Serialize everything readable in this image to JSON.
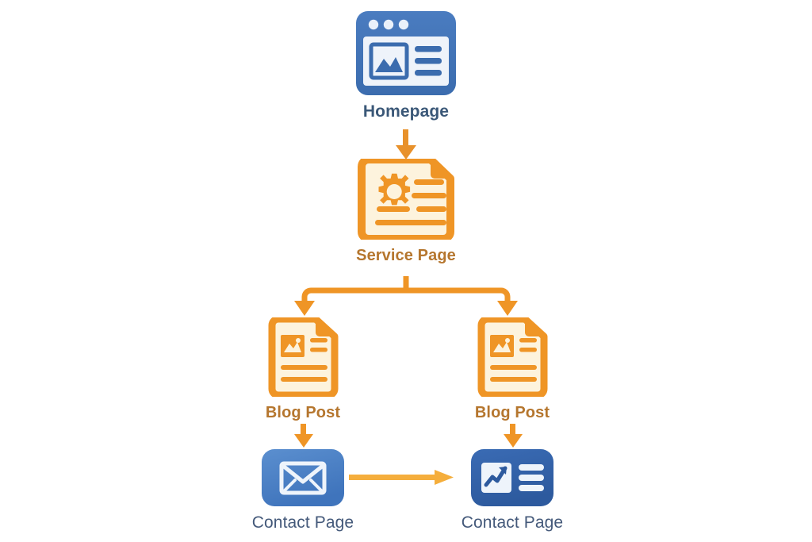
{
  "diagram": {
    "title": "Website page flow diagram",
    "background_color": "#ffffff",
    "colors": {
      "blue_primary": "#3f72b7",
      "blue_dark": "#2f5ea3",
      "blue_label": "#3b5878",
      "slate_label": "#44597a",
      "orange_primary": "#ef9526",
      "orange_arrow": "#e8912b",
      "amber_arrow": "#f5ae3c",
      "orange_label": "#b5762e",
      "cream_fill": "#fdf3dd",
      "white_fill": "#eef3fa"
    },
    "nodes": [
      {
        "id": "homepage",
        "label": "Homepage",
        "icon": "browser-window-icon",
        "label_color": "#3b5878"
      },
      {
        "id": "service",
        "label": "Service Page",
        "icon": "document-gear-icon",
        "label_color": "#b5762e"
      },
      {
        "id": "blog-left",
        "label": "Blog Post",
        "icon": "document-image-icon",
        "label_color": "#b5762e"
      },
      {
        "id": "blog-right",
        "label": "Blog Post",
        "icon": "document-image-icon",
        "label_color": "#b5762e"
      },
      {
        "id": "contact-left",
        "label": "Contact Page",
        "icon": "envelope-icon",
        "label_color": "#44597a"
      },
      {
        "id": "contact-right",
        "label": "Contact Page",
        "icon": "chart-panel-icon",
        "label_color": "#44597a"
      }
    ],
    "connectors": [
      {
        "id": "homepage-to-service",
        "from": "homepage",
        "to": "service",
        "type": "arrow-down",
        "color": "#e8912b"
      },
      {
        "id": "service-to-blogs",
        "from": "service",
        "to": "blog-left, blog-right",
        "type": "branch-split",
        "color": "#ef9526"
      },
      {
        "id": "blog-left-to-contact-left",
        "from": "blog-left",
        "to": "contact-left",
        "type": "arrow-down",
        "color": "#ef9526"
      },
      {
        "id": "blog-right-to-contact-right",
        "from": "blog-right",
        "to": "contact-right",
        "type": "arrow-down",
        "color": "#ef9526"
      },
      {
        "id": "contact-left-to-contact-right",
        "from": "contact-left",
        "to": "contact-right",
        "type": "arrow-right",
        "color": "#f5ae3c"
      }
    ]
  }
}
